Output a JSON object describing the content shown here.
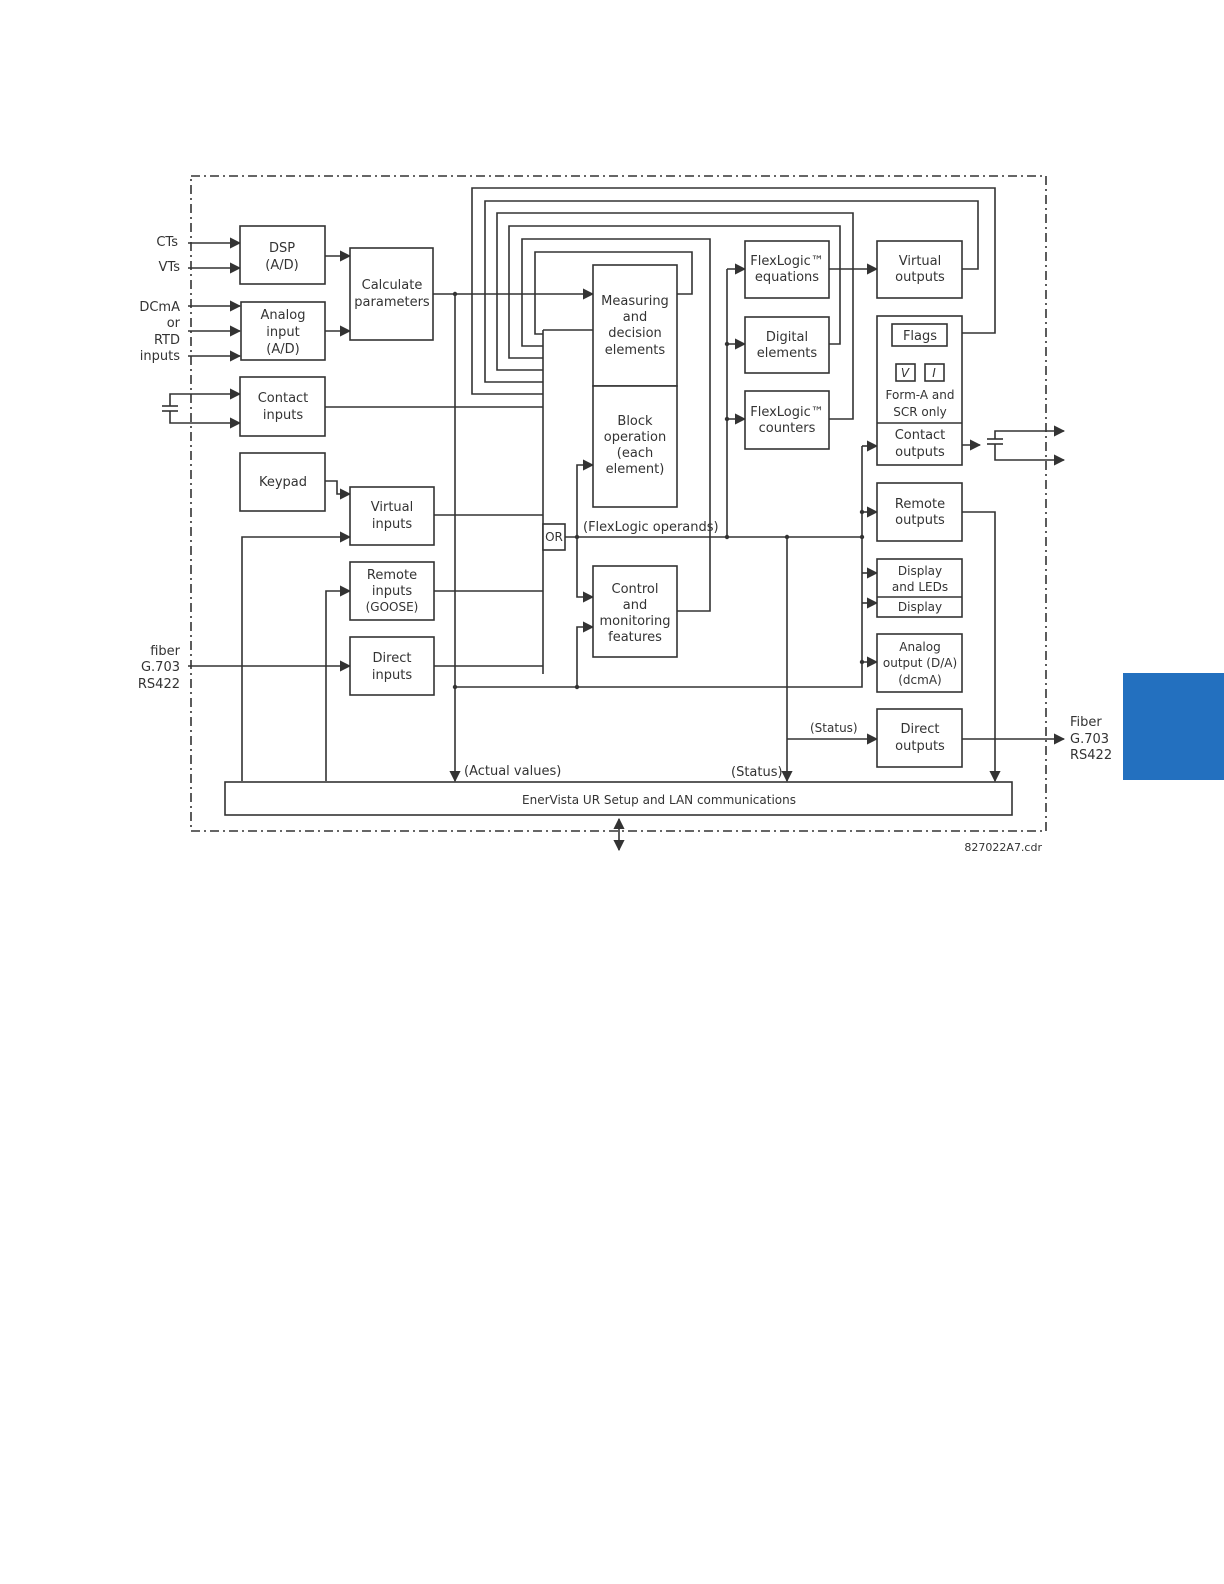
{
  "side_tab_color": "#2370bf",
  "diagram": {
    "inputs": {
      "cts": "CTs",
      "vts": "VTs",
      "dcma": [
        "DCmA",
        "or",
        "RTD",
        "inputs"
      ],
      "fiber_in": [
        "fiber",
        "G.703",
        "RS422"
      ]
    },
    "blocks": {
      "dsp": [
        "DSP",
        "(A/D)"
      ],
      "analog_input": [
        "Analog",
        "input",
        "(A/D)"
      ],
      "contact_inputs": [
        "Contact",
        "inputs"
      ],
      "keypad": [
        "Keypad"
      ],
      "calculate_parameters": [
        "Calculate",
        "parameters"
      ],
      "virtual_inputs": [
        "Virtual",
        "inputs"
      ],
      "remote_inputs": [
        "Remote",
        "inputs",
        "(GOOSE)"
      ],
      "direct_inputs": [
        "Direct",
        "inputs"
      ],
      "or_gate": "OR",
      "measuring": [
        "Measuring",
        "and",
        "decision",
        "elements"
      ],
      "block_operation": [
        "Block",
        "operation",
        "(each",
        "element)"
      ],
      "control_monitoring": [
        "Control",
        "and",
        "monitoring",
        "features"
      ],
      "flexlogic_equations": [
        "FlexLogic™",
        "equations"
      ],
      "digital_elements": [
        "Digital",
        "elements"
      ],
      "flexlogic_counters": [
        "FlexLogic™",
        "counters"
      ],
      "virtual_outputs": [
        "Virtual",
        "outputs"
      ],
      "flags": "Flags",
      "v_flag": "V",
      "i_flag": "I",
      "form_a": [
        "Form-A and",
        "SCR only"
      ],
      "contact_outputs": [
        "Contact",
        "outputs"
      ],
      "remote_outputs": [
        "Remote",
        "outputs"
      ],
      "display_leds": [
        "Display",
        "and LEDs"
      ],
      "display": "Display",
      "analog_output": [
        "Analog",
        "output (D/A)",
        "(dcmA)"
      ],
      "direct_outputs": [
        "Direct",
        "outputs"
      ],
      "enervista": "EnerVista UR Setup and LAN communications"
    },
    "annotations": {
      "flexlogic_operands": "(FlexLogic operands)",
      "actual_values": "(Actual values)",
      "status_bottom": "(Status)",
      "status_direct": "(Status)"
    },
    "outputs": {
      "fiber_out": [
        "Fiber",
        "G.703",
        "RS422"
      ]
    },
    "figure_id": "827022A7.cdr"
  }
}
